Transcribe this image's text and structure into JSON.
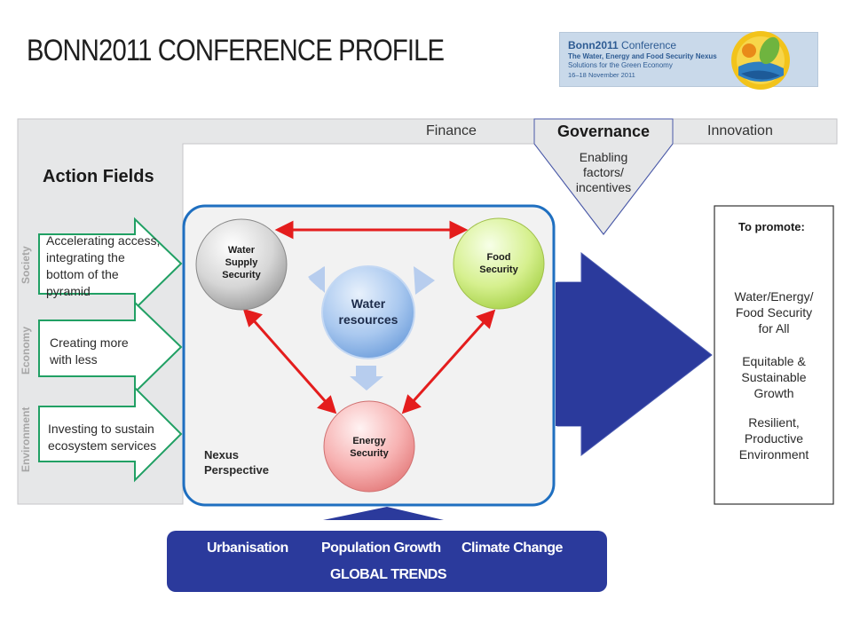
{
  "title": "BONN2011 CONFERENCE PROFILE",
  "logo": {
    "name_bold": "Bonn2011",
    "name_rest": " Conference",
    "subtitle": "The Water, Energy and Food Security Nexus",
    "tagline": "Solutions for the Green Economy",
    "dates": "16–18 November 2011"
  },
  "top_band": {
    "finance": "Finance",
    "governance": "Governance",
    "innovation": "Innovation",
    "enabling": [
      "Enabling",
      "factors/",
      "incentives"
    ]
  },
  "action_fields": {
    "heading": "Action Fields",
    "categories": [
      "Society",
      "Economy",
      "Environment"
    ],
    "arrows": [
      [
        "Accelerating access,",
        "integrating the",
        "bottom of the",
        "pyramid"
      ],
      [
        "Creating more",
        "with less"
      ],
      [
        "Investing to sustain",
        "ecosystem services"
      ]
    ]
  },
  "nexus": {
    "label": [
      "Nexus",
      "Perspective"
    ],
    "center": [
      "Water",
      "resources"
    ],
    "water_supply": [
      "Water",
      "Supply",
      "Security"
    ],
    "food": [
      "Food",
      "Security"
    ],
    "energy": [
      "Energy",
      "Security"
    ]
  },
  "promote": {
    "heading": "To promote:",
    "goals": [
      [
        "Water/Energy/",
        "Food Security",
        "for All"
      ],
      [
        "Equitable  &",
        "Sustainable",
        "Growth"
      ],
      [
        "Resilient,",
        "Productive",
        "Environment"
      ]
    ]
  },
  "global_trends": {
    "items": [
      "Urbanisation",
      "Population Growth",
      "Climate Change"
    ],
    "label": "GLOBAL TRENDS"
  },
  "colors": {
    "navy": "#2b3a9c",
    "green_arrow": "#21a064",
    "red_arrow": "#e41d1d",
    "nexus_border": "#1f6fc0",
    "grey_band": "#e6e7e8"
  }
}
